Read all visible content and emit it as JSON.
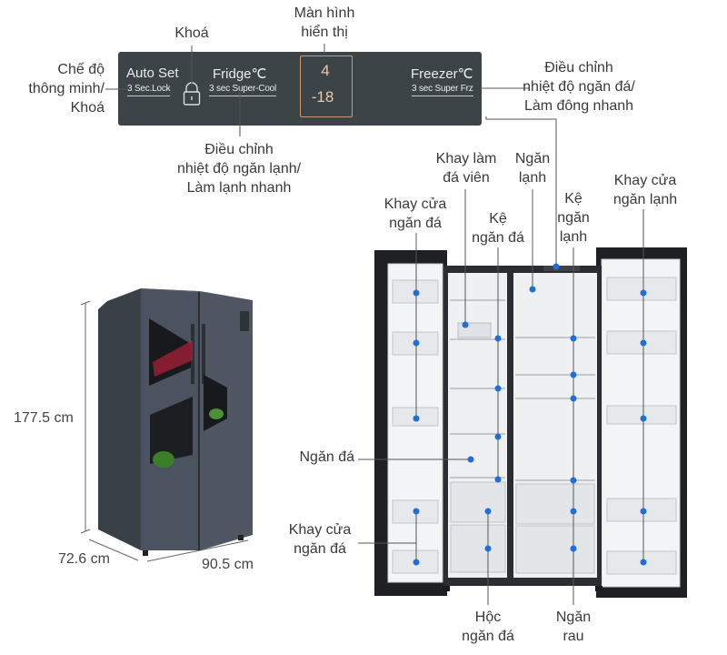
{
  "panel": {
    "auto_set": "Auto Set",
    "auto_set_sub": "3 Sec.Lock",
    "fridge": "Fridge℃",
    "fridge_sub": "3 sec Super-Cool",
    "display_top": "4",
    "display_bottom": "-18",
    "freezer": "Freezer℃",
    "freezer_sub": "3 sec Super Frz"
  },
  "labels": {
    "man_hinh": "Màn hình\nhiển thị",
    "khoa": "Khoá",
    "che_do": "Chế độ\nthông minh/\nKhoá",
    "dieu_chinh_da": "Điều chỉnh\nnhiệt độ ngăn đá/\nLàm đông nhanh",
    "dieu_chinh_lanh": "Điều chỉnh\nnhiệt độ ngăn lạnh/\nLàm lạnh nhanh",
    "khay_lam_da": "Khay làm\nđá viên",
    "ngan_lanh": "Ngăn\nlạnh",
    "ke_ngan_lanh": "Kệ\nngăn\nlạnh",
    "khay_cua_ngan_lanh": "Khay cửa\nngăn lạnh",
    "khay_cua_ngan_da_top": "Khay cửa\nngăn đá",
    "ke_ngan_da": "Kệ\nngăn đá",
    "ngan_da": "Ngăn đá",
    "khay_cua_ngan_da_bottom": "Khay cửa\nngăn đá",
    "hoc_ngan_da": "Hộc\nngăn đá",
    "ngan_rau": "Ngăn\nrau"
  },
  "dimensions": {
    "height": "177.5 cm",
    "depth": "72.6 cm",
    "width": "90.5 cm"
  },
  "colors": {
    "panel": "#3d4448",
    "display_digits": "#f0c7a3",
    "marker": "#1f6fd6",
    "fridge_body": "#4a5058"
  }
}
